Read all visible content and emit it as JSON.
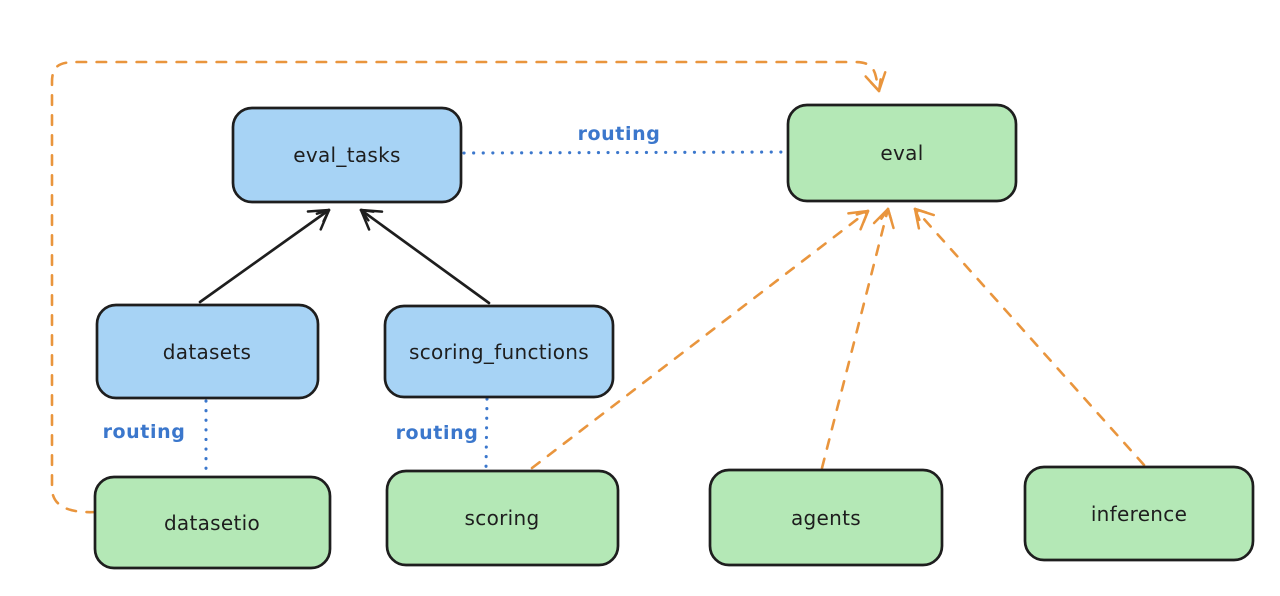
{
  "diagram": {
    "type": "architecture-graph",
    "colors": {
      "background": "#ffffff",
      "node_stroke": "#1e1e1e",
      "api_node_fill": "#a7d3f5",
      "provider_node_fill": "#b4e8b6",
      "label_text": "#1e1e1e",
      "routing_blue": "#3b77cc",
      "provider_orange": "#e9953d"
    },
    "nodes": {
      "eval_tasks": {
        "label": "eval_tasks",
        "kind": "api"
      },
      "eval": {
        "label": "eval",
        "kind": "provider"
      },
      "datasets": {
        "label": "datasets",
        "kind": "api"
      },
      "scoring_functions": {
        "label": "scoring_functions",
        "kind": "api"
      },
      "datasetio": {
        "label": "datasetio",
        "kind": "provider"
      },
      "scoring": {
        "label": "scoring",
        "kind": "provider"
      },
      "agents": {
        "label": "agents",
        "kind": "provider"
      },
      "inference": {
        "label": "inference",
        "kind": "provider"
      }
    },
    "edges": [
      {
        "from": "datasets",
        "to": "eval_tasks",
        "style": "solid-black-arrow",
        "label": ""
      },
      {
        "from": "scoring_functions",
        "to": "eval_tasks",
        "style": "solid-black-arrow",
        "label": ""
      },
      {
        "from": "eval_tasks",
        "to": "eval",
        "style": "dotted-blue",
        "label": "routing"
      },
      {
        "from": "datasets",
        "to": "datasetio",
        "style": "dotted-blue",
        "label": "routing"
      },
      {
        "from": "scoring_functions",
        "to": "scoring",
        "style": "dotted-blue",
        "label": "routing"
      },
      {
        "from": "datasetio",
        "to": "eval",
        "style": "dashed-orange-arrow",
        "label": ""
      },
      {
        "from": "scoring",
        "to": "eval",
        "style": "dashed-orange-arrow",
        "label": ""
      },
      {
        "from": "agents",
        "to": "eval",
        "style": "dashed-orange-arrow",
        "label": ""
      },
      {
        "from": "inference",
        "to": "eval",
        "style": "dashed-orange-arrow",
        "label": ""
      }
    ]
  }
}
